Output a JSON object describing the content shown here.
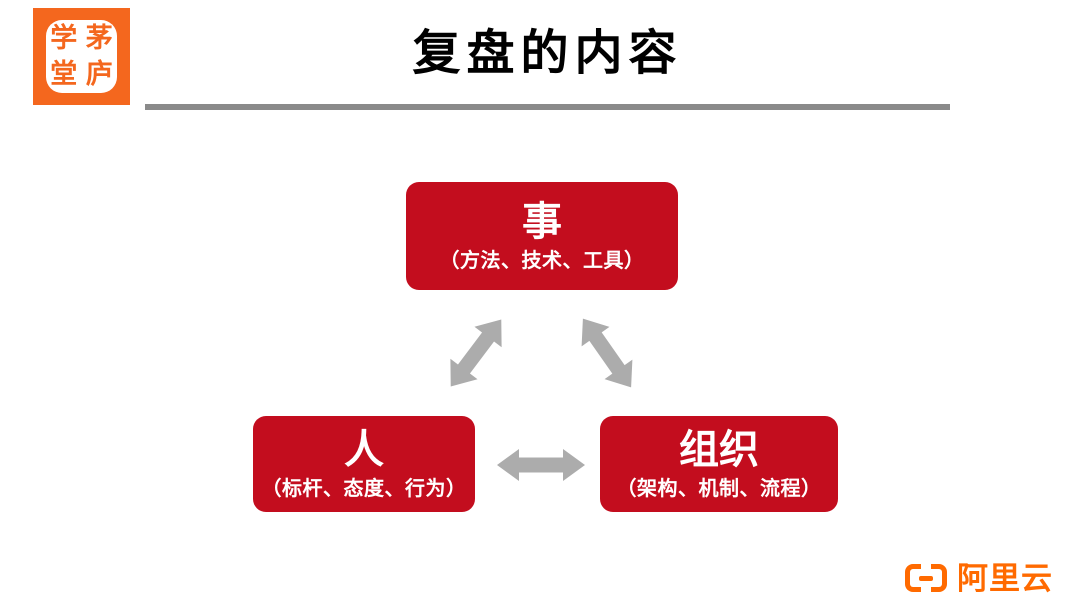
{
  "header": {
    "title": "复盘的内容",
    "logo": {
      "name": "maolu-xuetang-seal",
      "chars": [
        "学",
        "茅",
        "堂",
        "庐"
      ]
    }
  },
  "diagram": {
    "nodes": [
      {
        "id": "things",
        "title": "事",
        "subtitle": "（方法、技术、工具）"
      },
      {
        "id": "people",
        "title": "人",
        "subtitle": "（标杆、态度、行为）"
      },
      {
        "id": "organization",
        "title": "组织",
        "subtitle": "（架构、机制、流程）"
      }
    ],
    "edges": [
      {
        "from": "人",
        "to": "事",
        "bidirectional": true
      },
      {
        "from": "事",
        "to": "组织",
        "bidirectional": true
      },
      {
        "from": "人",
        "to": "组织",
        "bidirectional": true
      }
    ]
  },
  "footer": {
    "brand": "阿里云"
  },
  "colors": {
    "node_red": "#C30D1E",
    "arrow_gray": "#ACACAC",
    "rule_gray": "#8A8A8A",
    "brand_orange": "#FF6A00",
    "seal_orange": "#F4671E"
  }
}
